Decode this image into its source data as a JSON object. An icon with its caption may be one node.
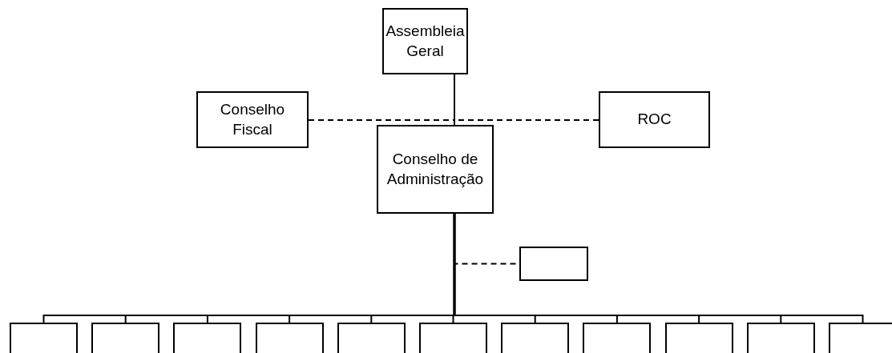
{
  "diagram": {
    "nodes": [
      {
        "text": [
          "Assembleia Geral"
        ]
      },
      {
        "text": [
          "Conselho Fiscal"
        ]
      },
      {
        "text": [
          "ROC"
        ]
      },
      {
        "text": [
          "Conselho de Administração"
        ]
      },
      {
        "text": [],
        "shape": "box"
      },
      {
        "text": [],
        "shape": "box"
      },
      {
        "text": [],
        "shape": "box"
      },
      {
        "text": [],
        "shape": "box"
      },
      {
        "text": [],
        "shape": "box"
      },
      {
        "text": [],
        "shape": "box"
      },
      {
        "text": [],
        "shape": "box"
      },
      {
        "text": [],
        "shape": "box"
      },
      {
        "text": [],
        "shape": "box"
      },
      {
        "text": [],
        "shape": "box"
      },
      {
        "text": [],
        "shape": "box"
      },
      {
        "text": [],
        "shape": "box"
      }
    ],
    "edges": [
      {
        "from": 0,
        "to": 3,
        "arrow": "none"
      },
      {
        "from": 1,
        "to": 3,
        "arrow": "none",
        "style": "dashed"
      },
      {
        "from": 2,
        "to": 3,
        "arrow": "none",
        "style": "dashed"
      },
      {
        "from": 3,
        "to": 4,
        "arrow": "none",
        "style": "dashed"
      },
      {
        "from": 3,
        "to": 5,
        "arrow": "none"
      },
      {
        "from": 3,
        "to": 6,
        "arrow": "none"
      },
      {
        "from": 3,
        "to": 7,
        "arrow": "none"
      },
      {
        "from": 3,
        "to": 8,
        "arrow": "none"
      },
      {
        "from": 3,
        "to": 9,
        "arrow": "none"
      },
      {
        "from": 3,
        "to": 10,
        "arrow": "none"
      },
      {
        "from": 3,
        "to": 11,
        "arrow": "none"
      },
      {
        "from": 3,
        "to": 12,
        "arrow": "none"
      },
      {
        "from": 3,
        "to": 13,
        "arrow": "none"
      },
      {
        "from": 3,
        "to": 14,
        "arrow": "none"
      },
      {
        "from": 3,
        "to": 15,
        "arrow": "none"
      }
    ]
  }
}
